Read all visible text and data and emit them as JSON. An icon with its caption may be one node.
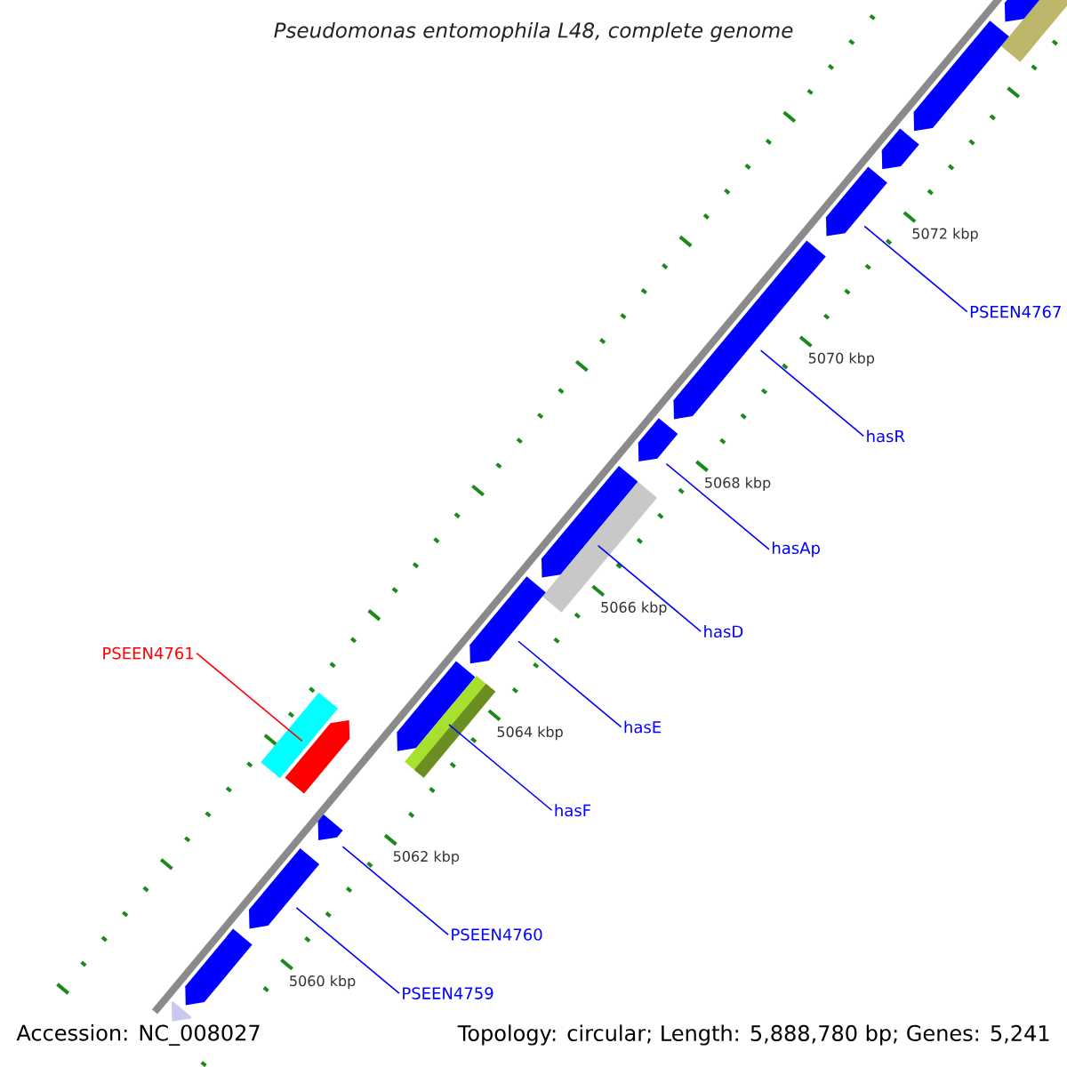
{
  "diagram": {
    "title": "Pseudomonas entomophila L48, complete genome",
    "nodes": [
      {
        "text": [
          "PSEEN4767"
        ]
      },
      {
        "text": [
          "hasR"
        ]
      },
      {
        "text": [
          "hasAp"
        ]
      },
      {
        "text": [
          "hasD"
        ]
      },
      {
        "text": [
          "PSEEN4761"
        ]
      },
      {
        "text": [
          "hasE"
        ]
      },
      {
        "text": [
          "hasF"
        ]
      },
      {
        "text": [
          "PSEEN4760"
        ]
      },
      {
        "text": [
          "PSEEN4759"
        ]
      },
      {
        "text": [],
        "shape": "bar"
      },
      {
        "text": [],
        "shape": "arrow"
      },
      {
        "text": [],
        "shape": "arrow"
      },
      {
        "text": [],
        "shape": "arrow"
      },
      {
        "text": [],
        "shape": "arrow"
      },
      {
        "text": [],
        "shape": "arrow"
      },
      {
        "text": [],
        "shape": "arrow"
      },
      {
        "text": [],
        "shape": "arrow"
      },
      {
        "text": [],
        "shape": "bar"
      },
      {
        "text": [],
        "shape": "arrow"
      },
      {
        "text": [],
        "shape": "arrow"
      },
      {
        "text": [],
        "shape": "bar"
      },
      {
        "text": [],
        "shape": "arrow"
      },
      {
        "text": [],
        "shape": "bar"
      },
      {
        "text": [],
        "shape": "arrow"
      },
      {
        "text": [],
        "shape": "arrow"
      },
      {
        "text": [],
        "shape": "arrow"
      },
      {
        "text": [],
        "shape": "arrow"
      }
    ],
    "edges": [
      {
        "from": 0,
        "to": 13,
        "arrow": "none"
      },
      {
        "from": 1,
        "to": 14,
        "arrow": "none"
      },
      {
        "from": 2,
        "to": 15,
        "arrow": "none"
      },
      {
        "from": 3,
        "to": 16,
        "arrow": "none"
      },
      {
        "from": 4,
        "to": 21,
        "arrow": "none",
        "color": "#ff0000"
      },
      {
        "from": 5,
        "to": 18,
        "arrow": "none"
      },
      {
        "from": 6,
        "to": 19,
        "arrow": "none"
      },
      {
        "from": 7,
        "to": 23,
        "arrow": "none"
      },
      {
        "from": 8,
        "to": 24,
        "arrow": "none"
      }
    ],
    "labels": [
      "5072 kbp",
      "5070 kbp",
      "5068 kbp",
      "5066 kbp",
      "5064 kbp",
      "5062 kbp",
      "5060 kbp",
      "Accession: NC_008027",
      "Topology: circular; Length: 5,888,780 bp; Genes: 5,241"
    ]
  }
}
